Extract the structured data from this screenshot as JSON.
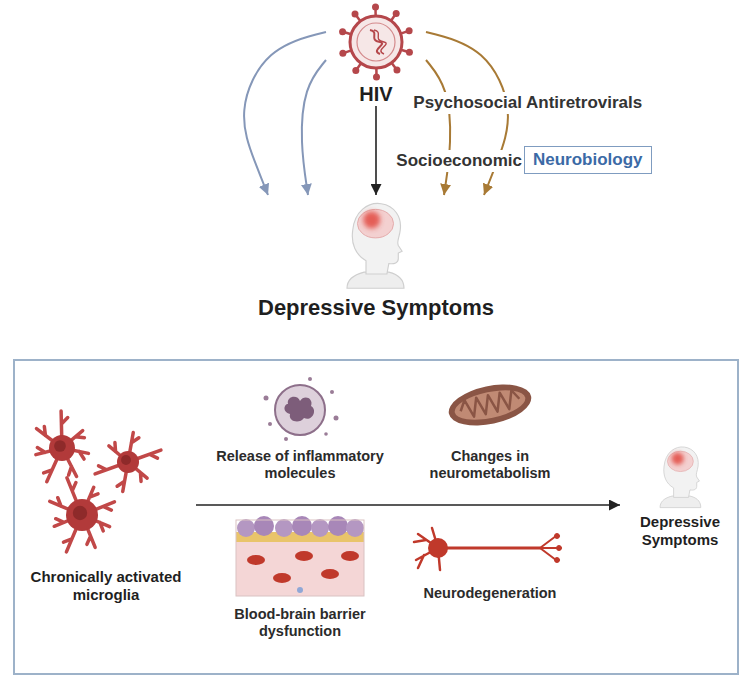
{
  "diagram": {
    "nodes": [
      {
        "text": [
          "HIV"
        ]
      },
      {
        "text": [
          "Depressive Symptoms"
        ]
      },
      {
        "text": [
          "Chronically activated microglia"
        ]
      },
      {
        "text": [
          "Depressive Symptoms"
        ]
      }
    ],
    "edges": [
      {
        "from": 0,
        "to": 1,
        "arrow": "to"
      },
      {
        "from": 0,
        "to": 1,
        "label": "Socioeconomic",
        "arrow": "to"
      },
      {
        "from": 0,
        "to": 1,
        "label": "Psychosocial",
        "arrow": "to"
      },
      {
        "from": 0,
        "to": 1,
        "label": "Antiretrovirals",
        "arrow": "to"
      },
      {
        "from": 0,
        "to": 1,
        "label": "Neurobiology",
        "arrow": "to"
      },
      {
        "from": 2,
        "to": 3,
        "arrow": "to"
      }
    ],
    "labels": [
      "Release of inflammatory molecules",
      "Changes in neurometabolism",
      "Blood-brain barrier dysfunction",
      "Neurodegeneration"
    ]
  }
}
